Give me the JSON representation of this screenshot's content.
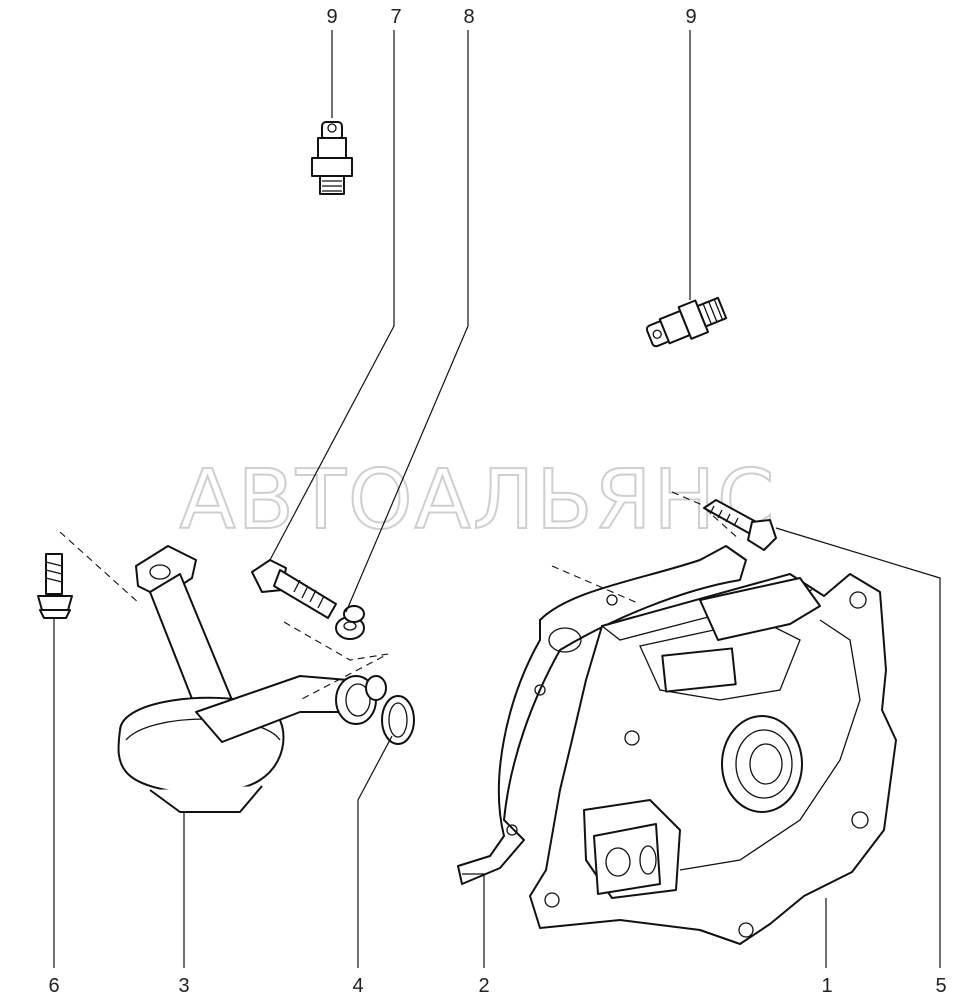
{
  "watermark": "АВТОАЛЬЯНС",
  "callouts": {
    "c9_left": "9",
    "c7": "7",
    "c8": "8",
    "c9_right": "9",
    "c6": "6",
    "c3": "3",
    "c4": "4",
    "c2": "2",
    "c1": "1",
    "c5": "5"
  }
}
